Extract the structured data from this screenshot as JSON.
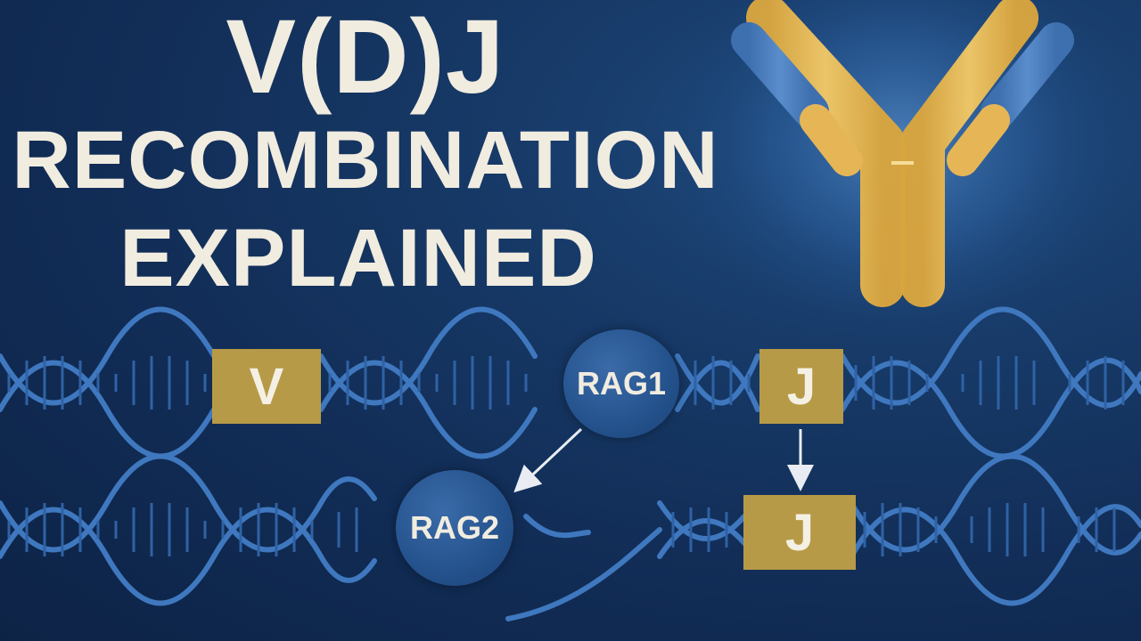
{
  "title": {
    "line1": "V(D)J",
    "line2": "RECOMBINATION",
    "line3": "EXPLAINED"
  },
  "segments": {
    "v": "V",
    "j_top": "J",
    "j_bottom": "J"
  },
  "enzymes": {
    "rag1": "RAG1",
    "rag2": "RAG2"
  },
  "colors": {
    "background": "#133463",
    "dna": "#3f78bf",
    "segment_box": "#b79a47",
    "antibody": "#e8b857",
    "antibody_light_chain": "#4a7fbf",
    "title_text": "#f1ece0"
  },
  "icons": [
    "antibody-icon",
    "dna-helix-icon",
    "arrow-icon"
  ]
}
